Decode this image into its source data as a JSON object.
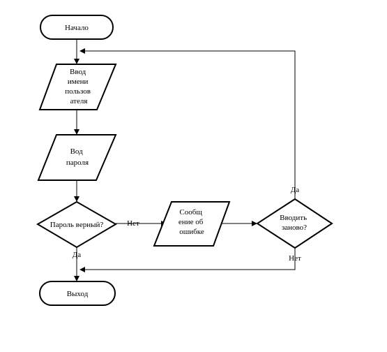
{
  "nodes": {
    "start": {
      "label": "Начало"
    },
    "input_name": {
      "lines": [
        "Ввод",
        "имени",
        "пользов",
        "ателя"
      ]
    },
    "input_password": {
      "lines": [
        "Вод",
        "пароля"
      ]
    },
    "check_password": {
      "label": "Пароль верный?"
    },
    "error_message": {
      "lines": [
        "Сообщ",
        "ение об",
        "ошибке"
      ]
    },
    "retry_question": {
      "lines": [
        "Вводить",
        "заново?"
      ]
    },
    "exit": {
      "label": "Выход"
    }
  },
  "edges": {
    "check_no": "Нет",
    "check_yes": "Да",
    "retry_yes": "Да",
    "retry_no": "Нет"
  }
}
